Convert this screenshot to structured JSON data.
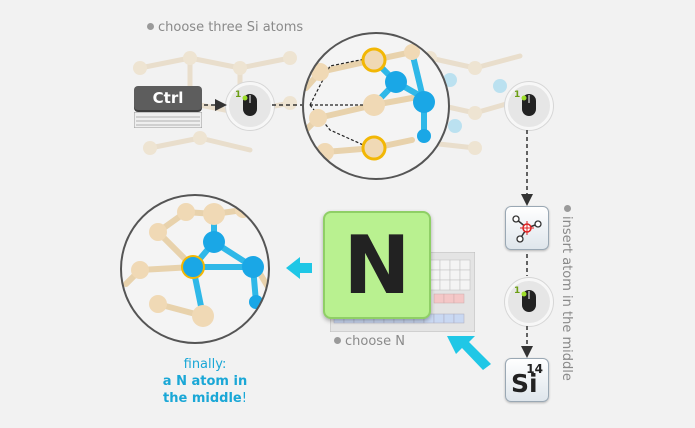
{
  "captions": {
    "choose_si": "choose three Si atoms",
    "insert_middle": "insert atom in the middle",
    "choose_n": "choose N"
  },
  "keys": {
    "ctrl": "Ctrl"
  },
  "mouse": {
    "click_count": "1"
  },
  "element_tiles": {
    "si": {
      "symbol": "Si",
      "number": "14"
    },
    "n": {
      "symbol": "N"
    }
  },
  "final": {
    "line1": "finally:",
    "line2": "a N atom in",
    "line3_bold": "the middle",
    "line3_end": "!"
  },
  "colors": {
    "si_atom": "#f0d9b5",
    "si_selected_ring": "#f2b705",
    "n_atom": "#1aa7e6",
    "arrow_cyan": "#1fc7e6",
    "n_tile_bg": "#b9f190",
    "dashed_line": "#333333"
  },
  "icons": [
    "keyboard-icon",
    "mouse-left-click-icon",
    "insert-atom-tool-icon",
    "periodic-table-icon",
    "cyan-arrow-icon"
  ]
}
